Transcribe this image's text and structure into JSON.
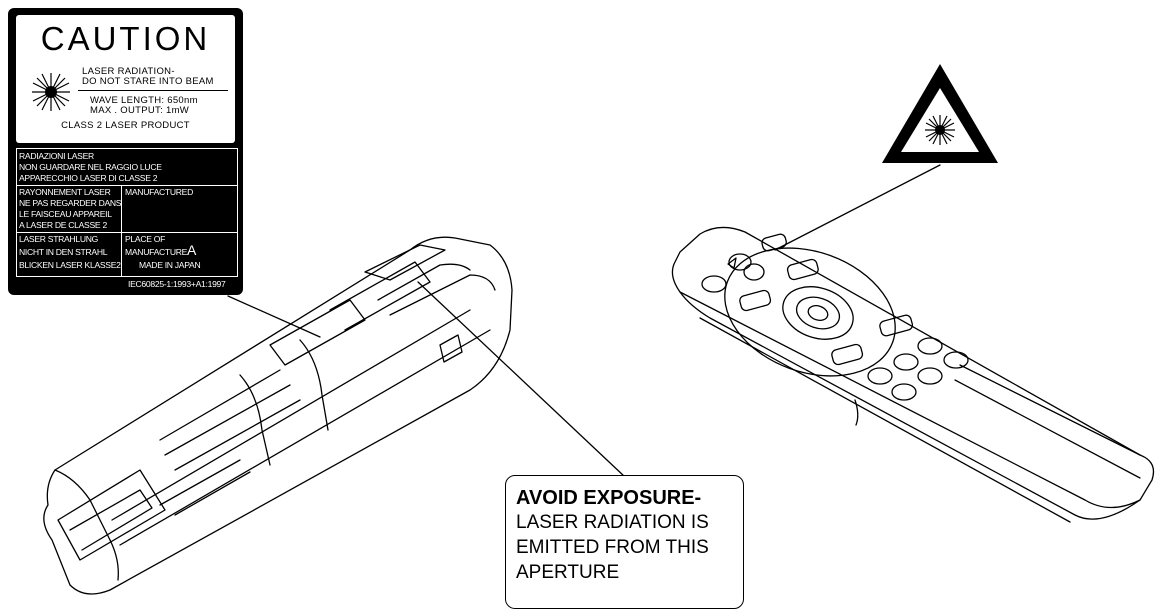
{
  "caution_label": {
    "title": "CAUTION",
    "warning_line1": "LASER RADIATION-",
    "warning_line2": "DO NOT STARE INTO BEAM",
    "wavelength": "WAVE LENGTH: 650nm",
    "max_output": "MAX . OUTPUT: 1mW",
    "class_line": "CLASS 2 LASER PRODUCT",
    "italian": [
      "RADIAZIONI LASER",
      "NON GUARDARE NEL RAGGIO LUCE",
      "APPARECCHIO LASER DI CLASSE 2"
    ],
    "french": [
      "RAYONNEMENT LASER",
      "NE PAS REGARDER DANS",
      "LE FAISCEAU APPAREIL",
      "A LASER DE CLASSE 2"
    ],
    "manufactured": "MANUFACTURED",
    "german": [
      "LASER STRAHLUNG",
      "NICHT IN DEN STRAHL",
      "BLICKEN LASER KLASSE2"
    ],
    "place_of": [
      "PLACE OF",
      "MANUFACTURE"
    ],
    "place_mark": "A",
    "made_in": "MADE IN JAPAN",
    "iec": "IEC60825-1:1993+A1:1997"
  },
  "avoid_box": {
    "title": "AVOID EXPOSURE-",
    "lines": [
      "LASER RADIATION IS",
      "EMITTED FROM THIS",
      "APERTURE"
    ]
  },
  "colors": {
    "ink": "#000000",
    "paper": "#ffffff"
  }
}
